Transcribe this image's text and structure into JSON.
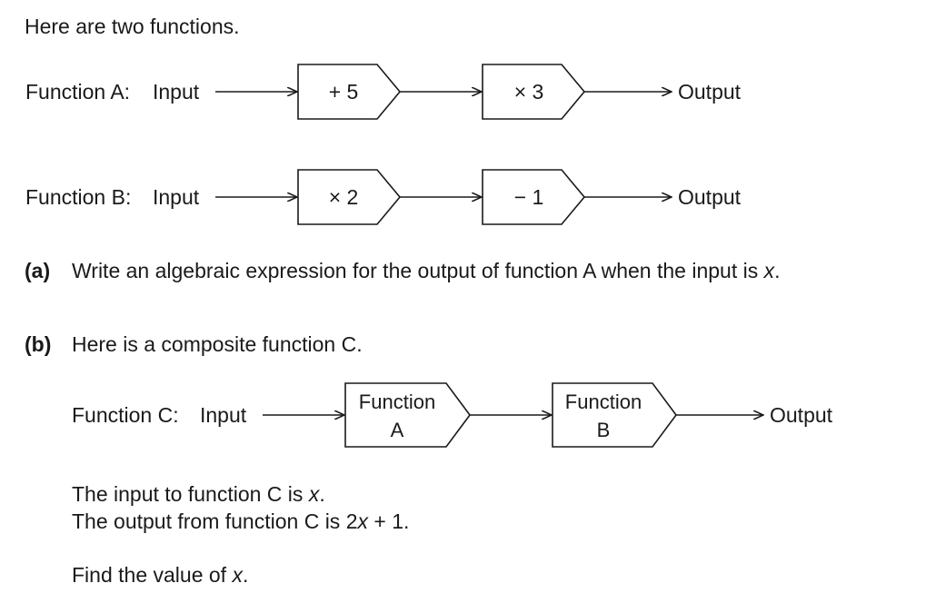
{
  "intro": "Here are two functions.",
  "function_a": {
    "label": "Function A:",
    "input": "Input",
    "box1": "+ 5",
    "box2": "× 3",
    "output": "Output"
  },
  "function_b": {
    "label": "Function B:",
    "input": "Input",
    "box1": "× 2",
    "box2": "− 1",
    "output": "Output"
  },
  "part_a": {
    "marker": "(a)",
    "text": "Write an algebraic expression for the output of function A when the input is ",
    "variable": "x",
    "end": "."
  },
  "part_b": {
    "marker": "(b)",
    "text": "Here is a composite function C.",
    "function_c": {
      "label": "Function C:",
      "input": "Input",
      "box1_line1": "Function",
      "box1_line2": "A",
      "box2_line1": "Function",
      "box2_line2": "B",
      "output": "Output"
    },
    "line1_prefix": "The input to function C is ",
    "line1_var": "x",
    "line1_end": ".",
    "line2_prefix": "The output from function C is 2",
    "line2_var": "x",
    "line2_end": " + 1.",
    "line3_prefix": "Find the value of ",
    "line3_var": "x",
    "line3_end": "."
  }
}
